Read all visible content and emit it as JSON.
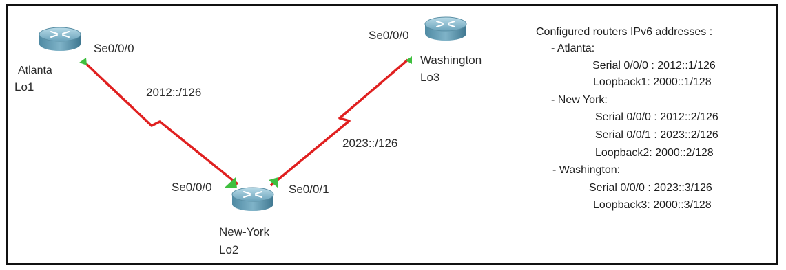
{
  "routers": {
    "atlanta": {
      "name": "Atlanta",
      "loopback": "Lo1",
      "port": "Se0/0/0"
    },
    "washington": {
      "name": "Washington",
      "loopback": "Lo3",
      "port": "Se0/0/0"
    },
    "newyork": {
      "name": "New-York",
      "loopback": "Lo2",
      "port_left": "Se0/0/0",
      "port_right": "Se0/0/1"
    }
  },
  "links": {
    "atl_ny_network": "2012::/126",
    "wash_ny_network": "2023::/126",
    "color": "#e02020"
  },
  "info": {
    "title": "Configured routers IPv6 addresses :",
    "atlanta": {
      "header": "- Atlanta:",
      "serial": "Serial 0/0/0 : 2012::1/126",
      "loopback": "Loopback1: 2000::1/128"
    },
    "newyork": {
      "header": "- New York:",
      "serial0": "Serial 0/0/0 : 2012::2/126",
      "serial1": "Serial 0/0/1  : 2023::2/126",
      "loopback": "Loopback2: 2000::2/128"
    },
    "washington": {
      "header": "- Washington:",
      "serial": "Serial 0/0/0 : 2023::3/126",
      "loopback": "Loopback3: 2000::3/128"
    }
  }
}
